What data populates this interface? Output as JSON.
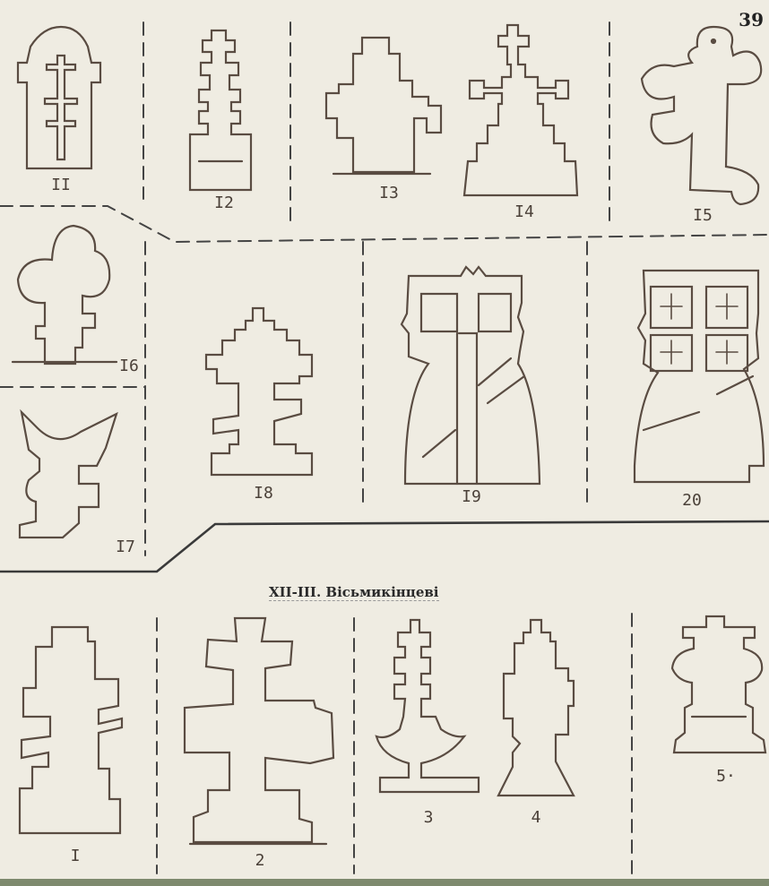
{
  "page_number": "39",
  "section_title": "XII-III. Вісьмикінцеві",
  "figure_labels": {
    "f11": "II",
    "f12": "I2",
    "f13": "I3",
    "f14": "I4",
    "f15": "I5",
    "f16": "I6",
    "f17": "I7",
    "f18": "I8",
    "f19": "I9",
    "f20": "20",
    "b1": "I",
    "b2": "2",
    "b3": "3",
    "b4": "4",
    "b5": "5·"
  }
}
